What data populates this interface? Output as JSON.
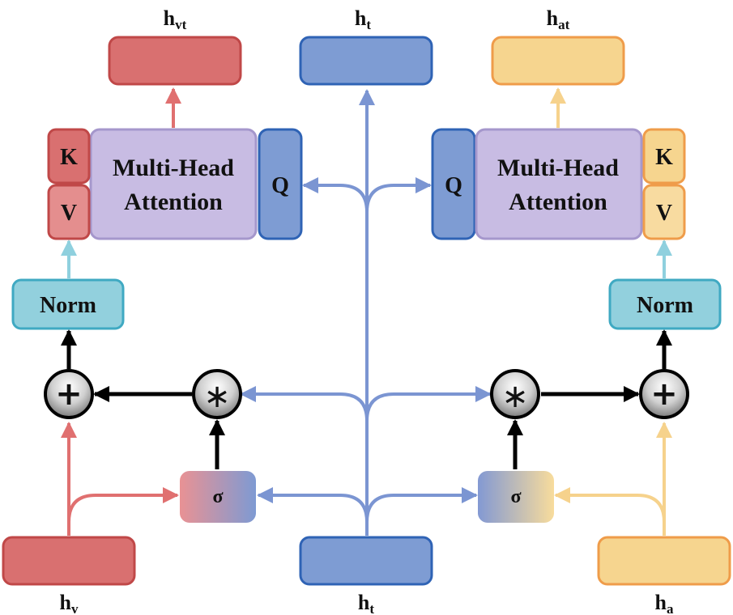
{
  "outputs": {
    "left": {
      "main": "h",
      "sub": "vt"
    },
    "center": {
      "main": "h",
      "sub": "t"
    },
    "right": {
      "main": "h",
      "sub": "at"
    }
  },
  "inputs": {
    "left": {
      "main": "h",
      "sub": "v"
    },
    "center": {
      "main": "h",
      "sub": "t"
    },
    "right": {
      "main": "h",
      "sub": "a"
    }
  },
  "attention": {
    "left": {
      "line1": "Multi-Head",
      "line2": "Attention",
      "key": "K",
      "value": "V",
      "query": "Q"
    },
    "right": {
      "line1": "Multi-Head",
      "line2": "Attention",
      "key": "K",
      "value": "V",
      "query": "Q"
    }
  },
  "norm_label": "Norm",
  "gate_label": "σ",
  "add_symbol": "+",
  "mul_symbol": "∗",
  "colors": {
    "red": "#d97070",
    "red_stroke": "#c04848",
    "blue": "#7e9cd3",
    "blue_stroke": "#2f63b5",
    "yellow": "#f6d58f",
    "yellow_stroke": "#ef9c4a",
    "purple": "#c8bce3",
    "purple_stroke": "#a597cc",
    "teal": "#92d0dd",
    "teal_stroke": "#3fa9c2",
    "blue_arrow": "#7b95d2",
    "red_arrow": "#e07070",
    "yellow_arrow": "#f6d28c",
    "teal_arrow": "#8fd0de",
    "black": "#000000"
  }
}
